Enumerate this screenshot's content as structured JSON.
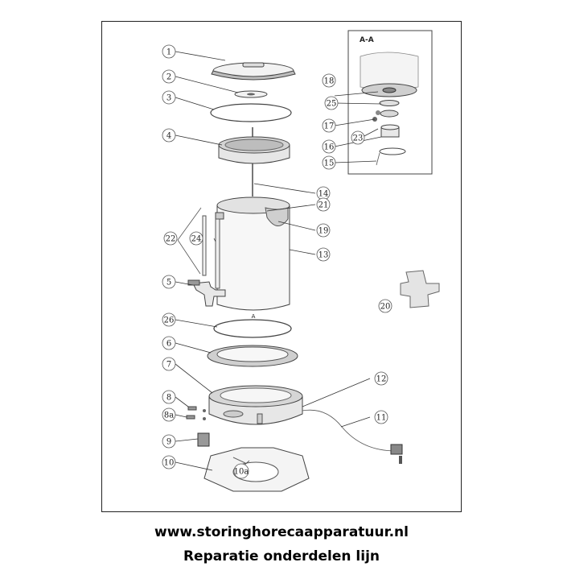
{
  "footer": {
    "url": "www.storinghorecaapparatuur.nl",
    "subtitle": "Reparatie onderdelen lijn"
  },
  "section_label": "A-A",
  "view_marker": "A",
  "callouts": [
    {
      "id": "c1",
      "text": "1",
      "color": "#222"
    },
    {
      "id": "c2",
      "text": "2",
      "color": "#222"
    },
    {
      "id": "c3",
      "text": "3",
      "color": "#222"
    },
    {
      "id": "c4",
      "text": "4",
      "color": "#222"
    },
    {
      "id": "c5",
      "text": "5",
      "color": "#222"
    },
    {
      "id": "c6",
      "text": "6",
      "color": "#222"
    },
    {
      "id": "c7",
      "text": "7",
      "color": "#222"
    },
    {
      "id": "c8",
      "text": "8",
      "color": "#222"
    },
    {
      "id": "c8a",
      "text": "8a",
      "color": "#a03030"
    },
    {
      "id": "c9",
      "text": "9",
      "color": "#222"
    },
    {
      "id": "c10",
      "text": "10",
      "color": "#222"
    },
    {
      "id": "c10a",
      "text": "10a",
      "color": "#222"
    },
    {
      "id": "c11",
      "text": "11",
      "color": "#222"
    },
    {
      "id": "c12",
      "text": "12",
      "color": "#222"
    },
    {
      "id": "c13",
      "text": "13",
      "color": "#222"
    },
    {
      "id": "c14",
      "text": "14",
      "color": "#222"
    },
    {
      "id": "c15",
      "text": "15",
      "color": "#222"
    },
    {
      "id": "c16",
      "text": "16",
      "color": "#222"
    },
    {
      "id": "c17",
      "text": "17",
      "color": "#222"
    },
    {
      "id": "c18",
      "text": "18",
      "color": "#222"
    },
    {
      "id": "c19",
      "text": "19",
      "color": "#222"
    },
    {
      "id": "c20",
      "text": "20",
      "color": "#222"
    },
    {
      "id": "c21",
      "text": "21",
      "color": "#222"
    },
    {
      "id": "c22",
      "text": "22",
      "color": "#a03030"
    },
    {
      "id": "c23",
      "text": "23",
      "color": "#a03030"
    },
    {
      "id": "c24",
      "text": "24",
      "color": "#a03030"
    },
    {
      "id": "c25",
      "text": "25",
      "color": "#a03030"
    },
    {
      "id": "c26",
      "text": "26",
      "color": "#222"
    }
  ]
}
